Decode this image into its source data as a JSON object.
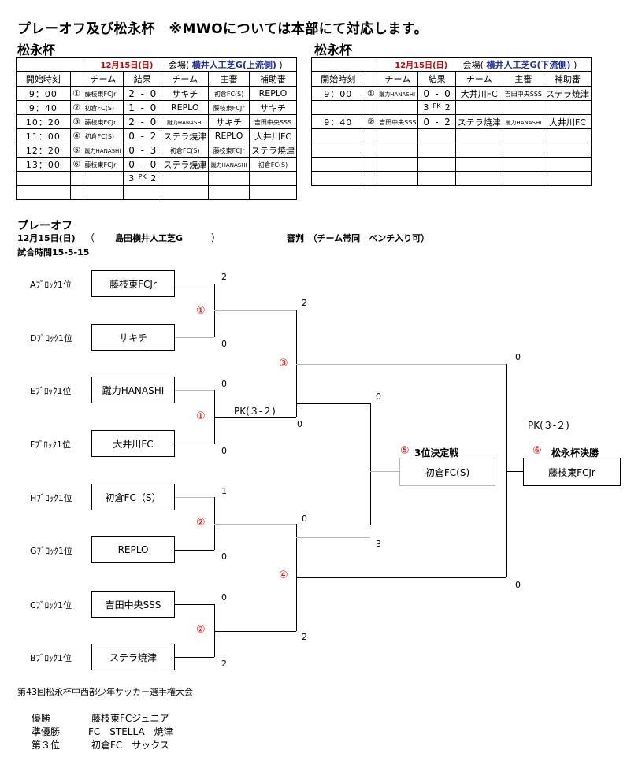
{
  "page_title": "プレーオフ及び松永杯　※MWOについては本部にて対応します。",
  "upper": {
    "section_title": "松永杯",
    "date": "12月15日(日)",
    "venue_prefix": "会場(",
    "venue": "横井人工芝G(上流側)",
    "venue_suffix": ")",
    "headers": [
      "開始時刻",
      "チーム",
      "結果",
      "チーム",
      "主審",
      "補助審"
    ],
    "rows": [
      {
        "time": "9：00",
        "num": "①",
        "team1": "藤枝東FCJr",
        "s1": "2",
        "s2": "0",
        "team2": "サキチ",
        "ref": "初倉FC(S)",
        "asst": "REPLO"
      },
      {
        "time": "9：40",
        "num": "②",
        "team1": "初倉FC(S)",
        "s1": "1",
        "s2": "0",
        "team2": "REPLO",
        "ref": "藤枝東FCJr",
        "asst": "サキチ"
      },
      {
        "time": "10：20",
        "num": "③",
        "team1": "藤枝東FCJr",
        "s1": "2",
        "s2": "0",
        "team2": "蹴力HANASHI",
        "ref": "サキチ",
        "asst": "吉田中央SSS"
      },
      {
        "time": "11：00",
        "num": "④",
        "team1": "初倉FC(S)",
        "s1": "0",
        "s2": "2",
        "team2": "ステラ焼津",
        "ref": "REPLO",
        "asst": "大井川FC"
      },
      {
        "time": "12：20",
        "num": "⑤",
        "team1": "蹴力HANASHI",
        "s1": "0",
        "s2": "3",
        "team2": "初倉FC(S)",
        "ref": "藤枝東FCJr",
        "asst": "ステラ焼津"
      },
      {
        "time": "13：00",
        "num": "⑥",
        "team1": "藤枝東FCJr",
        "s1": "0",
        "s2": "0",
        "team2": "ステラ焼津",
        "ref": "蹴力HANASHI",
        "asst": "初倉FC(S)"
      }
    ],
    "pk": {
      "a": "3",
      "label": "PK",
      "b": "2"
    }
  },
  "lower": {
    "section_title": "松永杯",
    "date": "12月15日(日)",
    "venue_prefix": "会場(",
    "venue": "横井人工芝G(下流側)",
    "venue_suffix": ")",
    "headers": [
      "開始時刻",
      "チーム",
      "結果",
      "チーム",
      "主審",
      "補助審"
    ],
    "rows": [
      {
        "time": "9：00",
        "num": "①",
        "team1": "蹴力HANASHI",
        "s1": "0",
        "s2": "0",
        "team2": "大井川FC",
        "ref": "吉田中央SSS",
        "asst": "ステラ焼津"
      },
      {
        "time": "9：40",
        "num": "②",
        "team1": "吉田中央SSS",
        "s1": "0",
        "s2": "2",
        "team2": "ステラ焼津",
        "ref": "蹴力HANASHI",
        "asst": "大井川FC"
      }
    ],
    "pk": {
      "a": "3",
      "label": "PK",
      "b": "2"
    }
  },
  "playoff": {
    "title": "プレーオフ",
    "date": "12月15日(日)",
    "paren_open": "（",
    "venue": "島田横井人工芝G",
    "paren_close": "）",
    "referee": "審判　（チーム帯同　ベンチ入り可）",
    "match_time": "試合時間15-5-15",
    "blocks": [
      "Aﾌﾞﾛｯｸ1位",
      "Dﾌﾞﾛｯｸ1位",
      "Eﾌﾞﾛｯｸ1位",
      "Fﾌﾞﾛｯｸ1位",
      "Hﾌﾞﾛｯｸ1位",
      "Gﾌﾞﾛｯｸ1位",
      "Cﾌﾞﾛｯｸ1位",
      "Bﾌﾞﾛｯｸ1位"
    ],
    "teams": [
      "藤枝東FCJr",
      "サキチ",
      "蹴力HANASHI",
      "大井川FC",
      "初倉FC（S）",
      "REPLO",
      "吉田中央SSS",
      "ステラ焼津"
    ],
    "r1_scores": [
      "2",
      "0",
      "0",
      "0",
      "1",
      "0",
      "0",
      "2"
    ],
    "r1_marks": [
      "①",
      "①",
      "②",
      "②"
    ],
    "r2_marks": [
      "③",
      "④"
    ],
    "r2_scores": {
      "top_a": "2",
      "top_b": "0",
      "bot_a": "0",
      "bot_b": "2"
    },
    "pk_label_1": "PK(３-２)",
    "semi_scores": {
      "s3": "0",
      "s4": "3",
      "final_top": "0",
      "final_bot": "0"
    },
    "pk_label_2": "PK(３-２)",
    "third_place": {
      "mark": "⑤",
      "label": "3位決定戦",
      "team": "初倉FC(S)"
    },
    "final": {
      "mark": "⑥",
      "label": "松永杯決勝",
      "team": "藤枝東FCJr"
    }
  },
  "footer": {
    "tournament": "第43回松永杯中西部少年サッカー選手権大会",
    "results": [
      {
        "rank": "優勝",
        "team": "藤枝東FCジュニア"
      },
      {
        "rank": "準優勝",
        "team": "FC　STELLA　焼津"
      },
      {
        "rank": "第３位",
        "team": "初倉FC　サックス"
      }
    ]
  }
}
